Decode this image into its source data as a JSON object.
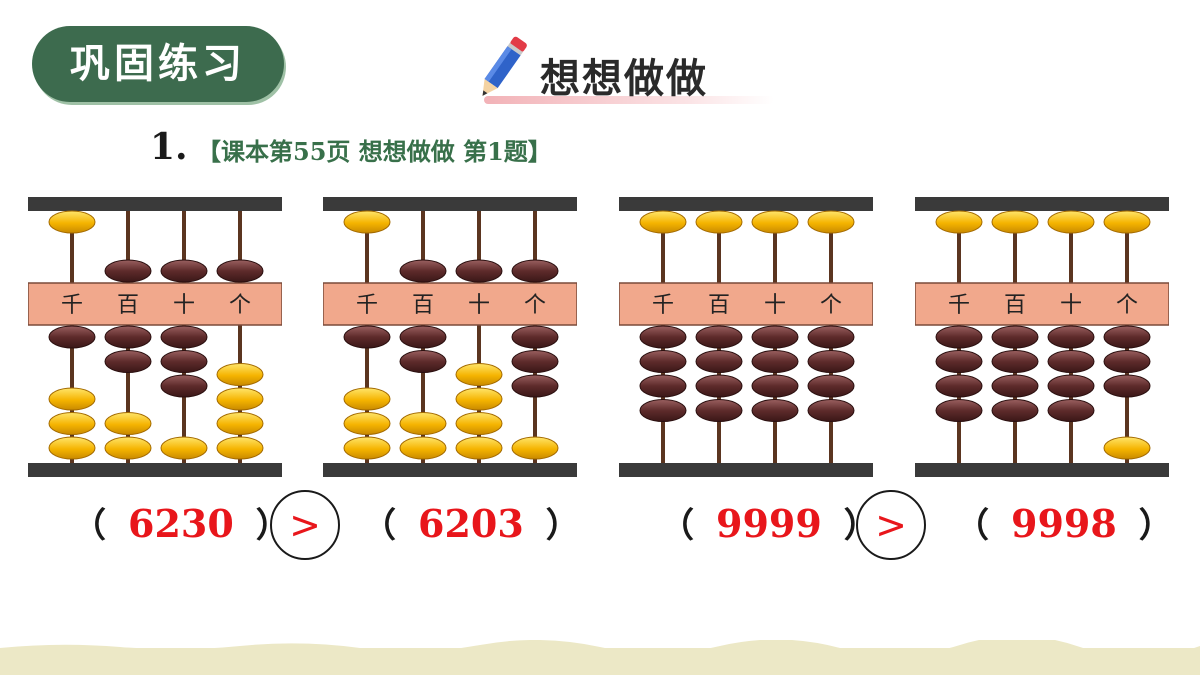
{
  "header": {
    "badge_label": "巩固练习",
    "section_title": "想想做做"
  },
  "question": {
    "number": "1.",
    "reference": "【课本第55页 想想做做 第1题】"
  },
  "abacus_labels": [
    "千",
    "百",
    "十",
    "个"
  ],
  "colors": {
    "badge": "#3d6b4e",
    "active_bead": "#f5b400",
    "inactive_bead": "#5e2b2b",
    "frame": "#3a3a3a",
    "label_bar": "#f1a88c",
    "answer": "#e8161b"
  },
  "abaci": [
    {
      "value": "6230",
      "digits": [
        6,
        2,
        3,
        0
      ]
    },
    {
      "value": "6203",
      "digits": [
        6,
        2,
        0,
        3
      ]
    },
    {
      "value": "9999",
      "digits": [
        9,
        9,
        9,
        9
      ]
    },
    {
      "value": "9998",
      "digits": [
        9,
        9,
        9,
        8
      ]
    }
  ],
  "comparisons": [
    {
      "left": "6230",
      "symbol": ">",
      "right": "6203"
    },
    {
      "left": "9999",
      "symbol": ">",
      "right": "9998"
    }
  ],
  "parens": {
    "open": "（",
    "close": "）"
  }
}
